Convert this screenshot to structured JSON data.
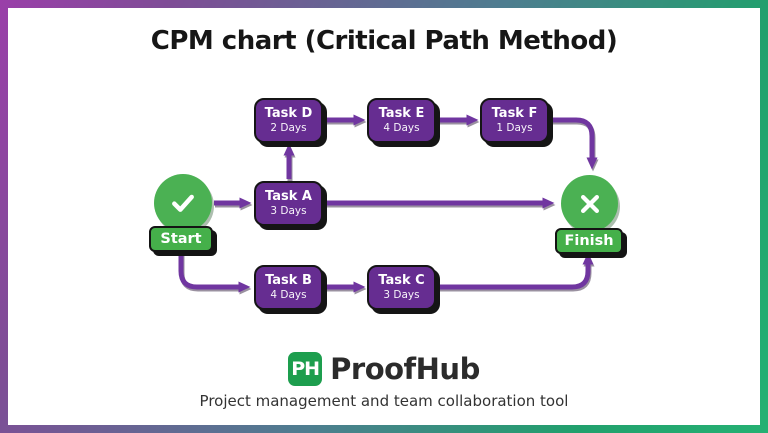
{
  "title": "CPM chart (Critical Path Method)",
  "frame": {
    "gradient_left": "#9a3fa9",
    "gradient_right": "#25b173"
  },
  "diagram": {
    "start": {
      "label": "Start",
      "icon": "check-icon"
    },
    "finish": {
      "label": "Finish",
      "icon": "cross-icon"
    },
    "tasks": [
      {
        "name": "Task A",
        "duration": "3 Days"
      },
      {
        "name": "Task B",
        "duration": "4 Days"
      },
      {
        "name": "Task C",
        "duration": "3 Days"
      },
      {
        "name": "Task D",
        "duration": "2 Days"
      },
      {
        "name": "Task E",
        "duration": "4 Days"
      },
      {
        "name": "Task F",
        "duration": "1 Days"
      }
    ],
    "colors": {
      "task_fill": "#662d91",
      "connector": "#7036a0",
      "milestone_green": "#4bb153",
      "outline": "#151515"
    }
  },
  "footer": {
    "logo_monogram": "PH",
    "logo_text": "ProofHub",
    "logo_green": "#1d9e4e",
    "tagline": "Project management and team collaboration tool"
  }
}
